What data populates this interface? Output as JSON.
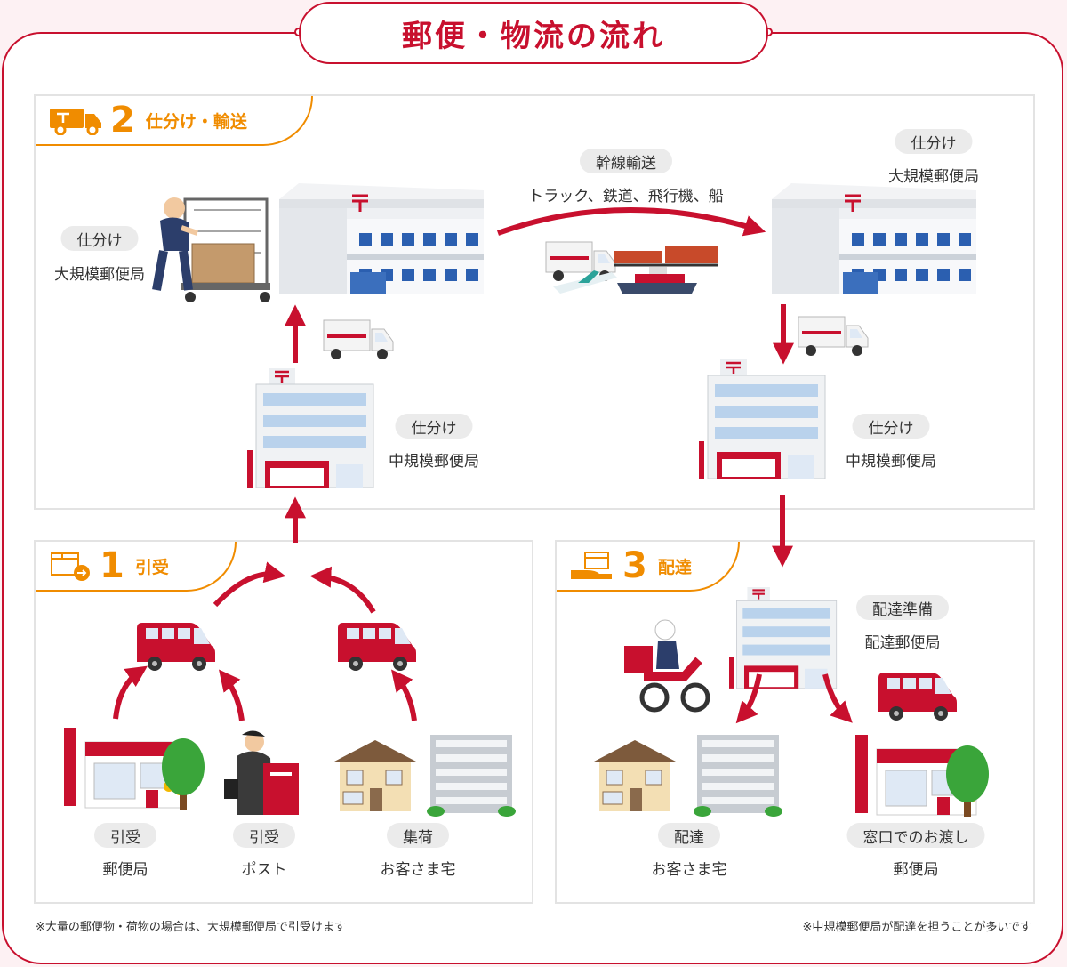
{
  "title": "郵便・物流の流れ",
  "section_sort_transport": {
    "number": "2",
    "label": "仕分け・輸送",
    "icon": "truck-icon"
  },
  "section_acceptance": {
    "number": "1",
    "label": "引受",
    "icon": "parcel-arrow-icon"
  },
  "section_delivery": {
    "number": "3",
    "label": "配達",
    "icon": "hand-parcel-icon"
  },
  "trunk": {
    "pill": "幹線輸送",
    "modes": "トラック、鉄道、飛行機、船"
  },
  "large_office_left": {
    "pill": "仕分け",
    "label": "大規模郵便局"
  },
  "large_office_right": {
    "pill": "仕分け",
    "label": "大規模郵便局"
  },
  "mid_office_left": {
    "pill": "仕分け",
    "label": "中規模郵便局"
  },
  "mid_office_right": {
    "pill": "仕分け",
    "label": "中規模郵便局"
  },
  "acceptance_items": [
    {
      "pill": "引受",
      "label": "郵便局"
    },
    {
      "pill": "引受",
      "label": "ポスト"
    },
    {
      "pill": "集荷",
      "label": "お客さま宅"
    }
  ],
  "delivery_office": {
    "pill": "配達準備",
    "label": "配達郵便局"
  },
  "delivery_items": [
    {
      "pill": "配達",
      "label": "お客さま宅"
    },
    {
      "pill": "窓口でのお渡し",
      "label": "郵便局"
    }
  ],
  "notes": {
    "left": "※大量の郵便物・荷物の場合は、大規模郵便局で引受けます",
    "right": "※中規模郵便局が配達を担うことが多いです"
  },
  "colors": {
    "accent_red": "#c8102e",
    "accent_orange": "#f08c00",
    "pill_bg": "#ebebeb"
  }
}
